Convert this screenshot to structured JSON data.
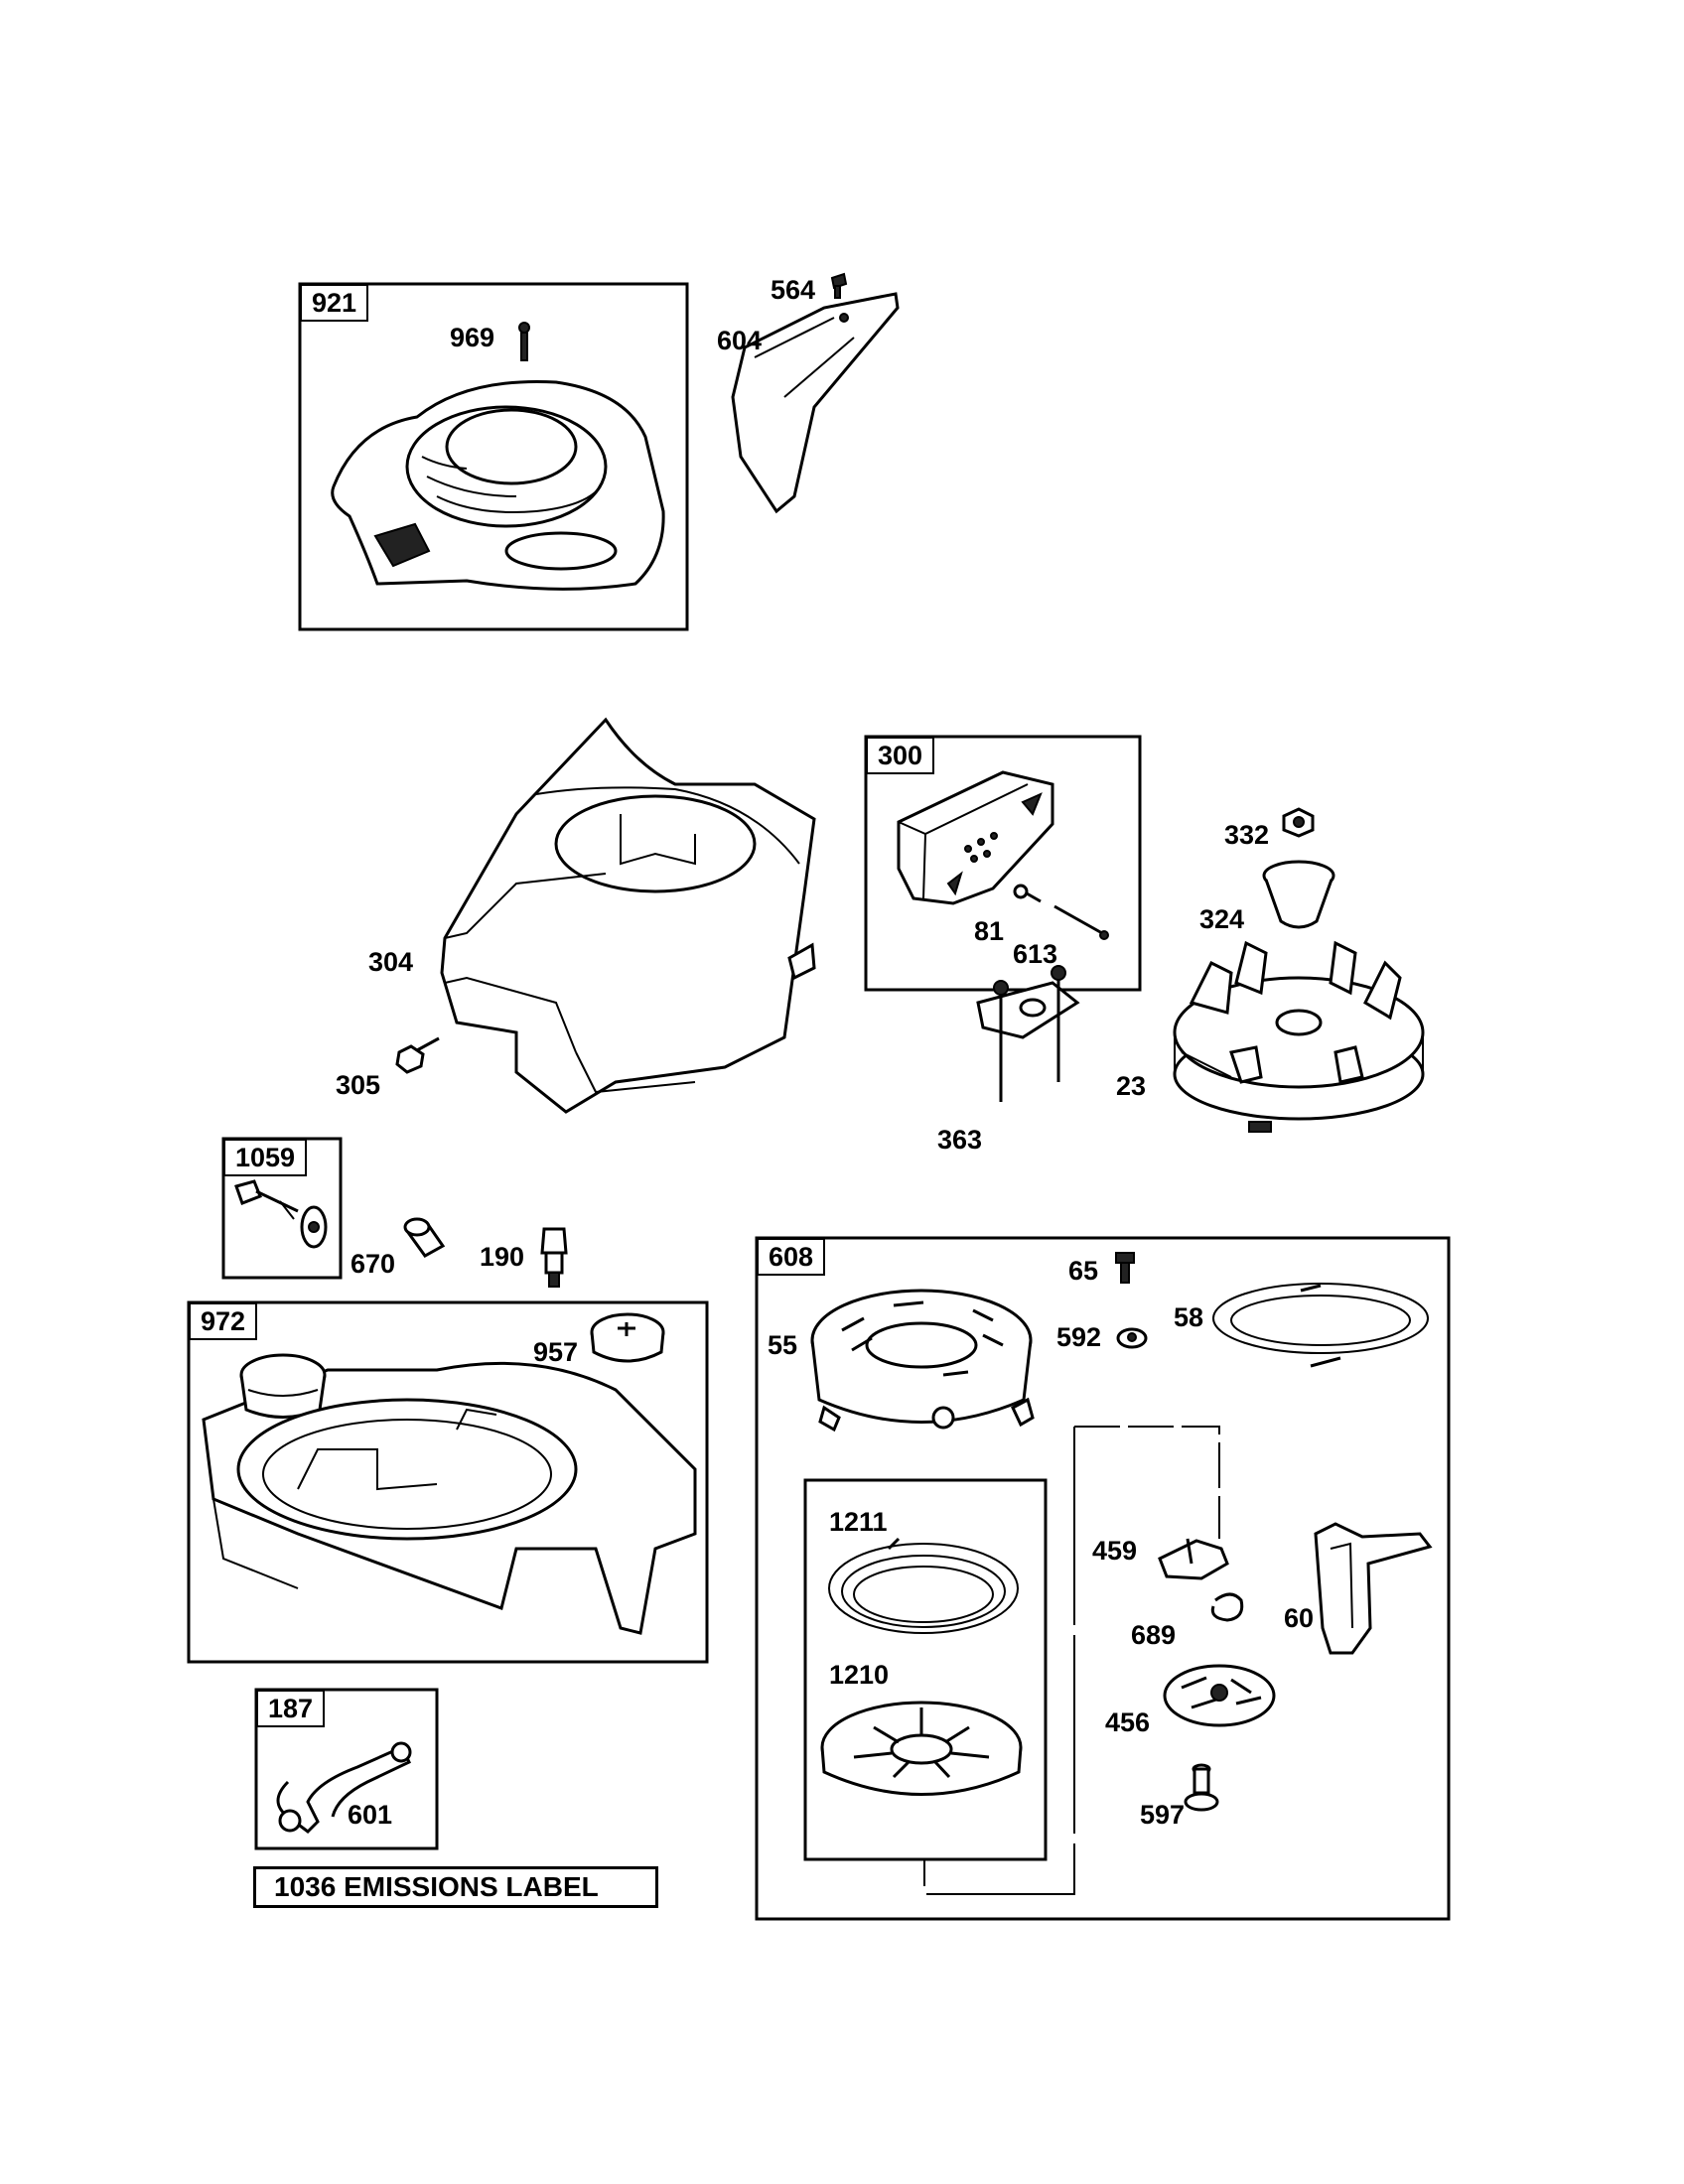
{
  "groups": {
    "g921": "921",
    "g300": "300",
    "g1059": "1059",
    "g972": "972",
    "g187": "187",
    "g608": "608"
  },
  "parts": {
    "p969": "969",
    "p564": "564",
    "p604": "604",
    "p304": "304",
    "p305": "305",
    "p81": "81",
    "p613": "613",
    "p332": "332",
    "p324": "324",
    "p23": "23",
    "p363": "363",
    "p670": "670",
    "p190": "190",
    "p957": "957",
    "p601": "601",
    "p65": "65",
    "p592": "592",
    "p58": "58",
    "p55": "55",
    "p1211": "1211",
    "p1210": "1210",
    "p459": "459",
    "p689": "689",
    "p60": "60",
    "p456": "456",
    "p597": "597"
  },
  "caption": "1036 EMISSIONS LABEL"
}
